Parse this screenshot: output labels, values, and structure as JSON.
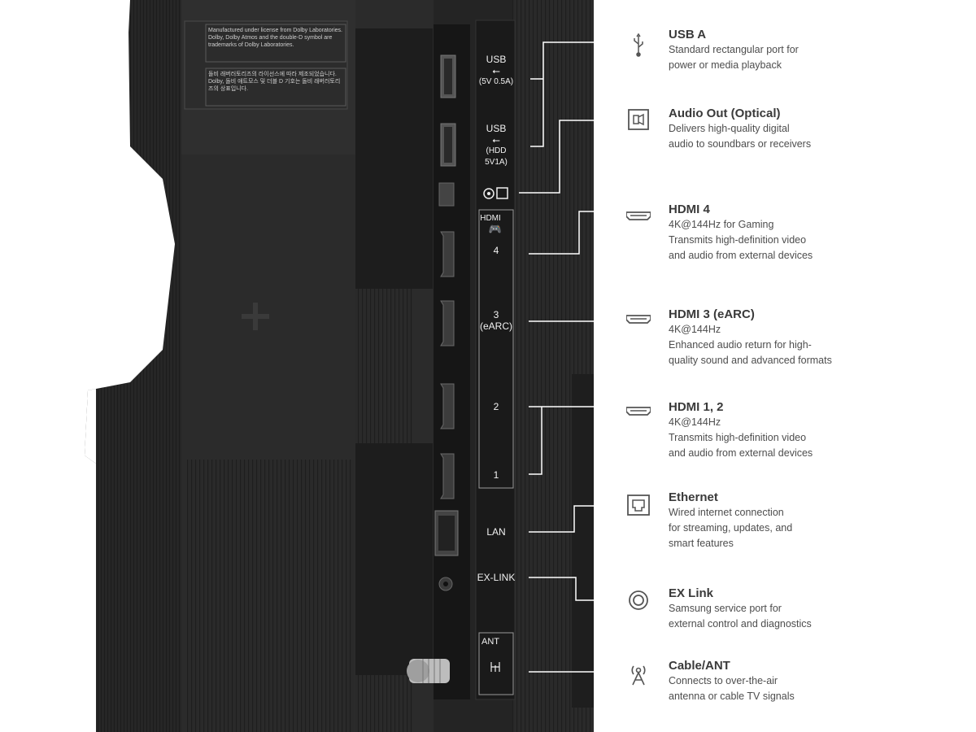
{
  "panel": {
    "usb1": {
      "label": "USB",
      "spec": "(5V 0.5A)"
    },
    "usb2": {
      "label": "USB",
      "spec": "(HDD 5V1A)"
    },
    "hdmi_header": "HDMI",
    "hdmi4": "4",
    "hdmi3_num": "3",
    "hdmi3_sub": "(eARC)",
    "hdmi2": "2",
    "hdmi1": "1",
    "lan": "LAN",
    "exlink": "EX-LINK",
    "ant": "ANT",
    "label_notice_1": "Manufactured under license from Dolby Laboratories. Dolby, Dolby Atmos and the double-D symbol are trademarks of Dolby Laboratories.",
    "label_notice_2": "돌비 래버러토리즈의 라이선스에 따라 제조되었습니다. Dolby, 돌비 애트모스 및 더블 D 기호는 돌비 래버러토리즈의 상표입니다."
  },
  "features": [
    {
      "icon": "usb-icon",
      "title": "USB A",
      "lines": [
        "Standard rectangular port for",
        "power or media playback"
      ]
    },
    {
      "icon": "optical-audio-icon",
      "title": "Audio Out (Optical)",
      "lines": [
        "Delivers high-quality digital",
        "audio to soundbars or receivers"
      ]
    },
    {
      "icon": "hdmi-icon",
      "title": "HDMI 4",
      "lines": [
        "4K@144Hz for Gaming",
        "Transmits high-definition video",
        "and audio from external devices"
      ]
    },
    {
      "icon": "hdmi-icon",
      "title": "HDMI 3 (eARC)",
      "lines": [
        "4K@144Hz",
        "Enhanced audio return for high-",
        "quality sound and advanced formats"
      ]
    },
    {
      "icon": "hdmi-icon",
      "title": "HDMI 1, 2",
      "lines": [
        "4K@144Hz",
        "Transmits high-definition video",
        "and audio from external devices"
      ]
    },
    {
      "icon": "ethernet-icon",
      "title": "Ethernet",
      "lines": [
        "Wired internet connection",
        "for streaming, updates, and",
        "smart features"
      ]
    },
    {
      "icon": "ex-link-icon",
      "title": "EX Link",
      "lines": [
        "Samsung service port for",
        "external control and diagnostics"
      ]
    },
    {
      "icon": "antenna-icon",
      "title": "Cable/ANT",
      "lines": [
        "Connects to over-the-air",
        "antenna or cable TV signals"
      ]
    }
  ],
  "colors": {
    "tv_body": "#232323",
    "panel_strip": "#1b1b1b",
    "connector_line": "#ffffff",
    "title_text": "#3a3a3a",
    "body_text": "#4d4d4d"
  }
}
